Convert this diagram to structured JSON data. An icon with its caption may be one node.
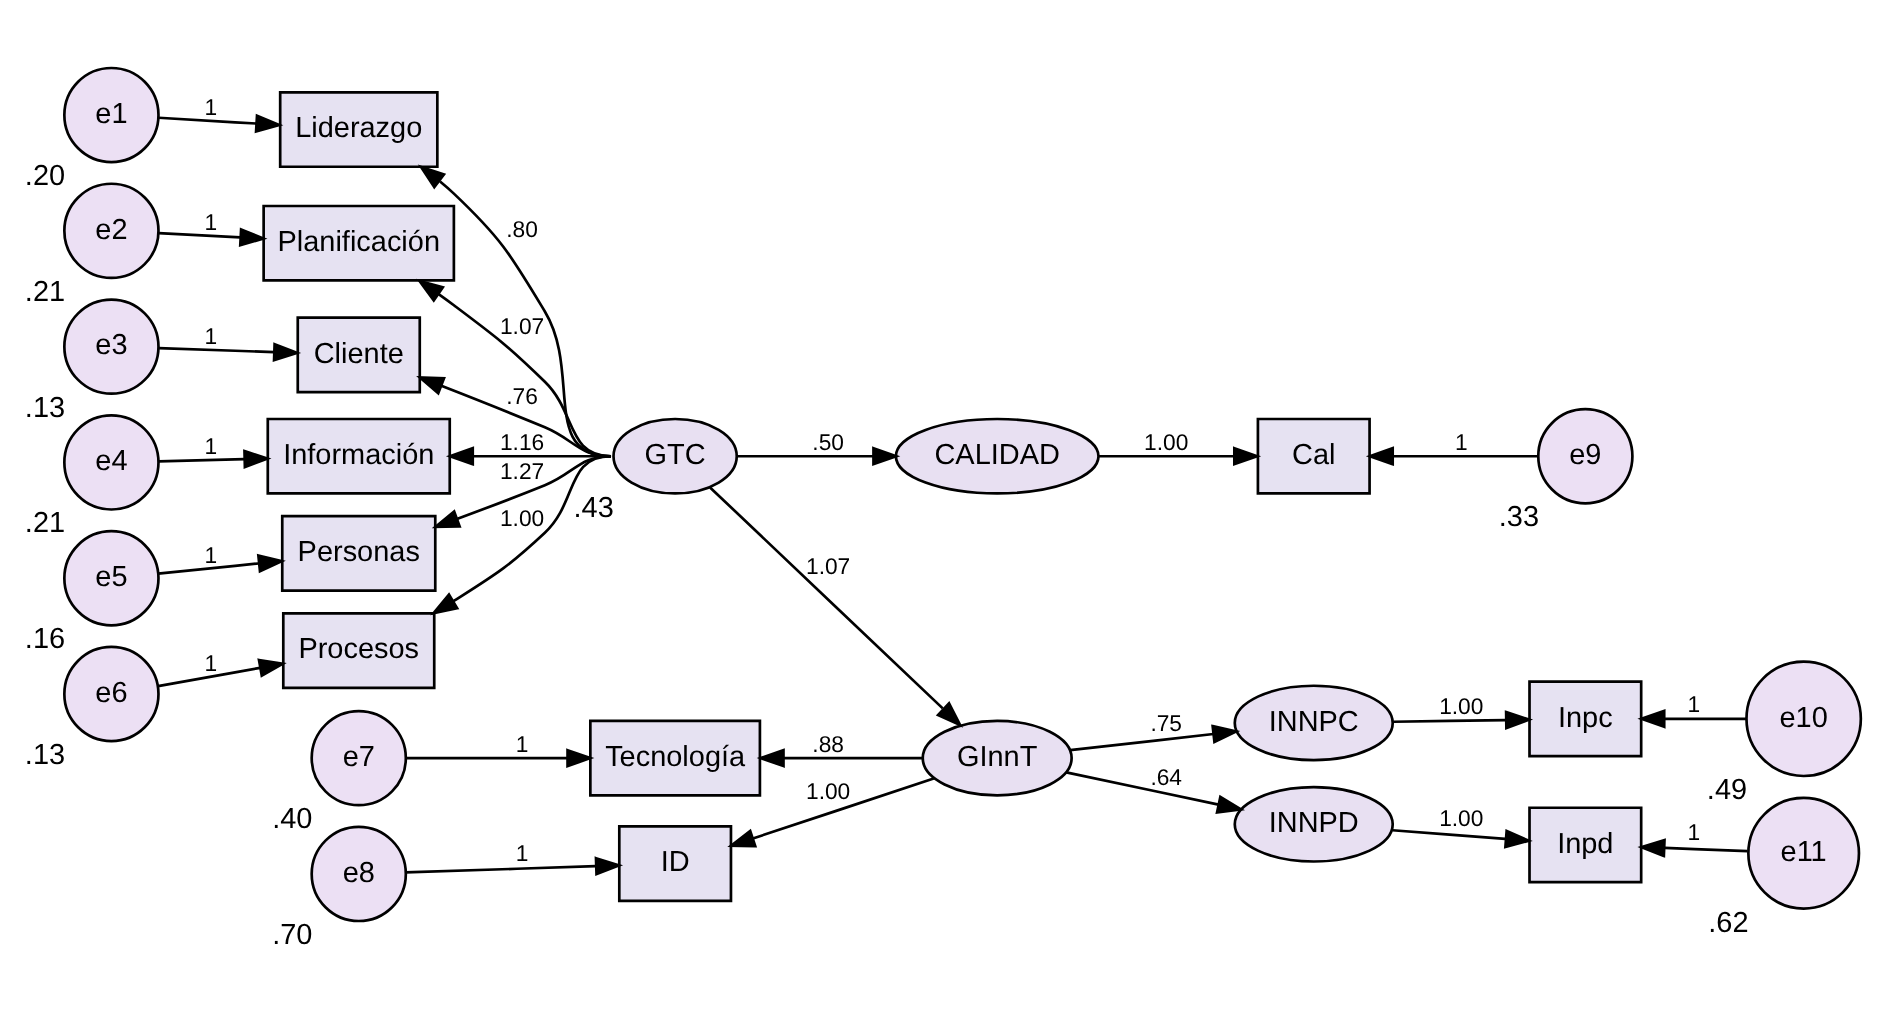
{
  "diagram": {
    "nodes": [
      {
        "text": [
          "e1"
        ],
        "beside": [
          ".20"
        ]
      },
      {
        "text": [
          "e2"
        ],
        "beside": [
          ".21"
        ]
      },
      {
        "text": [
          "e3"
        ],
        "beside": [
          ".13"
        ]
      },
      {
        "text": [
          "e4"
        ],
        "beside": [
          ".21"
        ]
      },
      {
        "text": [
          "e5"
        ],
        "beside": [
          ".16"
        ]
      },
      {
        "text": [
          "e6"
        ],
        "beside": [
          ".13"
        ]
      },
      {
        "text": [
          "Liderazgo"
        ]
      },
      {
        "text": [
          "Planificación"
        ]
      },
      {
        "text": [
          "Cliente"
        ]
      },
      {
        "text": [
          "Información"
        ]
      },
      {
        "text": [
          "Personas"
        ]
      },
      {
        "text": [
          "Procesos"
        ]
      },
      {
        "text": [
          "GTC"
        ],
        "beside": [
          ".43"
        ]
      },
      {
        "text": [
          "CALIDAD"
        ]
      },
      {
        "text": [
          "Cal"
        ]
      },
      {
        "text": [
          "e9"
        ],
        "beside": [
          ".33"
        ]
      },
      {
        "text": [
          "INNPC"
        ]
      },
      {
        "text": [
          "Inpc"
        ]
      },
      {
        "text": [
          "e10"
        ],
        "beside": [
          ".49"
        ]
      },
      {
        "text": [
          "e7"
        ],
        "beside": [
          ".40"
        ]
      },
      {
        "text": [
          "e8"
        ],
        "beside": [
          ".70"
        ]
      },
      {
        "text": [
          "Tecnología"
        ]
      },
      {
        "text": [
          "ID"
        ]
      },
      {
        "text": [
          "GInnT"
        ]
      },
      {
        "text": [
          "INNPD"
        ]
      },
      {
        "text": [
          "Inpd"
        ]
      },
      {
        "text": [
          "e11"
        ],
        "beside": [
          ".62"
        ]
      }
    ],
    "edges": [
      {
        "from": 0,
        "to": 6,
        "arrow": "to",
        "label": "1"
      },
      {
        "from": 1,
        "to": 7,
        "arrow": "to",
        "label": "1"
      },
      {
        "from": 2,
        "to": 8,
        "arrow": "to",
        "label": "1"
      },
      {
        "from": 3,
        "to": 9,
        "arrow": "to",
        "label": "1"
      },
      {
        "from": 4,
        "to": 10,
        "arrow": "to",
        "label": "1"
      },
      {
        "from": 5,
        "to": 11,
        "arrow": "to",
        "label": "1"
      },
      {
        "from": 12,
        "to": 6,
        "arrow": "to",
        "label": ".80"
      },
      {
        "from": 12,
        "to": 7,
        "arrow": "to",
        "label": "1.07"
      },
      {
        "from": 12,
        "to": 8,
        "arrow": "to",
        "label": ".76"
      },
      {
        "from": 12,
        "to": 9,
        "arrow": "to",
        "label": "1.16"
      },
      {
        "from": 12,
        "to": 10,
        "arrow": "to",
        "label": "1.27"
      },
      {
        "from": 12,
        "to": 11,
        "arrow": "to",
        "label": "1.00"
      },
      {
        "from": 12,
        "to": 13,
        "arrow": "to",
        "label": ".50"
      },
      {
        "from": 13,
        "to": 14,
        "arrow": "to",
        "label": "1.00"
      },
      {
        "from": 15,
        "to": 14,
        "arrow": "to",
        "label": "1"
      },
      {
        "from": 12,
        "to": 23,
        "arrow": "to",
        "label": "1.07"
      },
      {
        "from": 23,
        "to": 21,
        "arrow": "to",
        "label": ".88"
      },
      {
        "from": 23,
        "to": 22,
        "arrow": "to",
        "label": "1.00"
      },
      {
        "from": 19,
        "to": 21,
        "arrow": "to",
        "label": "1"
      },
      {
        "from": 20,
        "to": 22,
        "arrow": "to",
        "label": "1"
      },
      {
        "from": 23,
        "to": 16,
        "arrow": "to",
        "label": ".75"
      },
      {
        "from": 16,
        "to": 17,
        "arrow": "to",
        "label": "1.00"
      },
      {
        "from": 18,
        "to": 17,
        "arrow": "to",
        "label": "1"
      },
      {
        "from": 23,
        "to": 24,
        "arrow": "to",
        "label": ".64"
      },
      {
        "from": 24,
        "to": 25,
        "arrow": "to",
        "label": "1.00"
      },
      {
        "from": 26,
        "to": 25,
        "arrow": "to",
        "label": "1"
      }
    ]
  }
}
